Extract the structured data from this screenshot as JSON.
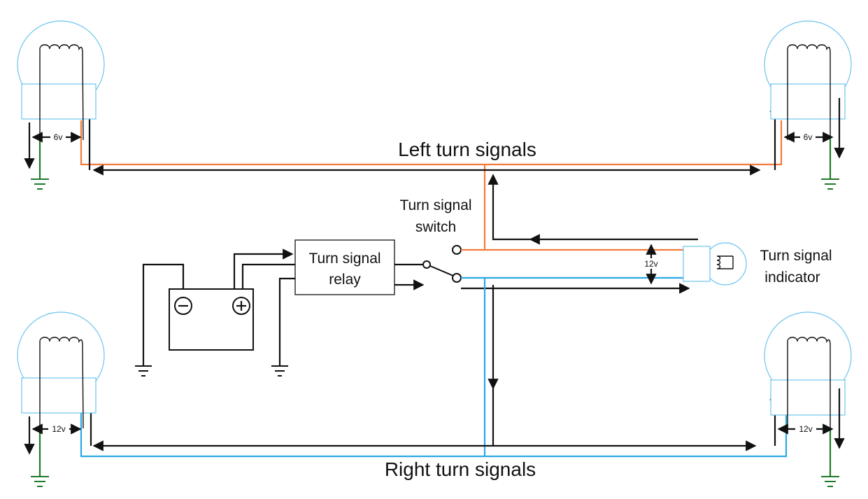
{
  "labels": {
    "left_signals": "Left turn signals",
    "right_signals": "Right turn signals",
    "switch_line1": "Turn signal",
    "switch_line2": "switch",
    "relay_line1": "Turn signal",
    "relay_line2": "relay",
    "indicator_line1": "Turn signal",
    "indicator_line2": "indicator",
    "v_tl": "6v",
    "v_tr": "6v",
    "v_bl": "12v",
    "v_br": "12v",
    "v_ind": "12v"
  },
  "colors": {
    "wire": "#111111",
    "left_circuit": "#f47a3a",
    "right_circuit": "#29a9e6",
    "ground": "#1f7a2a",
    "bulb_outline": "#6cc4ee"
  },
  "icons": {
    "battery_negative": "minus-circle-icon",
    "battery_positive": "plus-circle-icon",
    "ground": "ground-symbol-icon"
  }
}
